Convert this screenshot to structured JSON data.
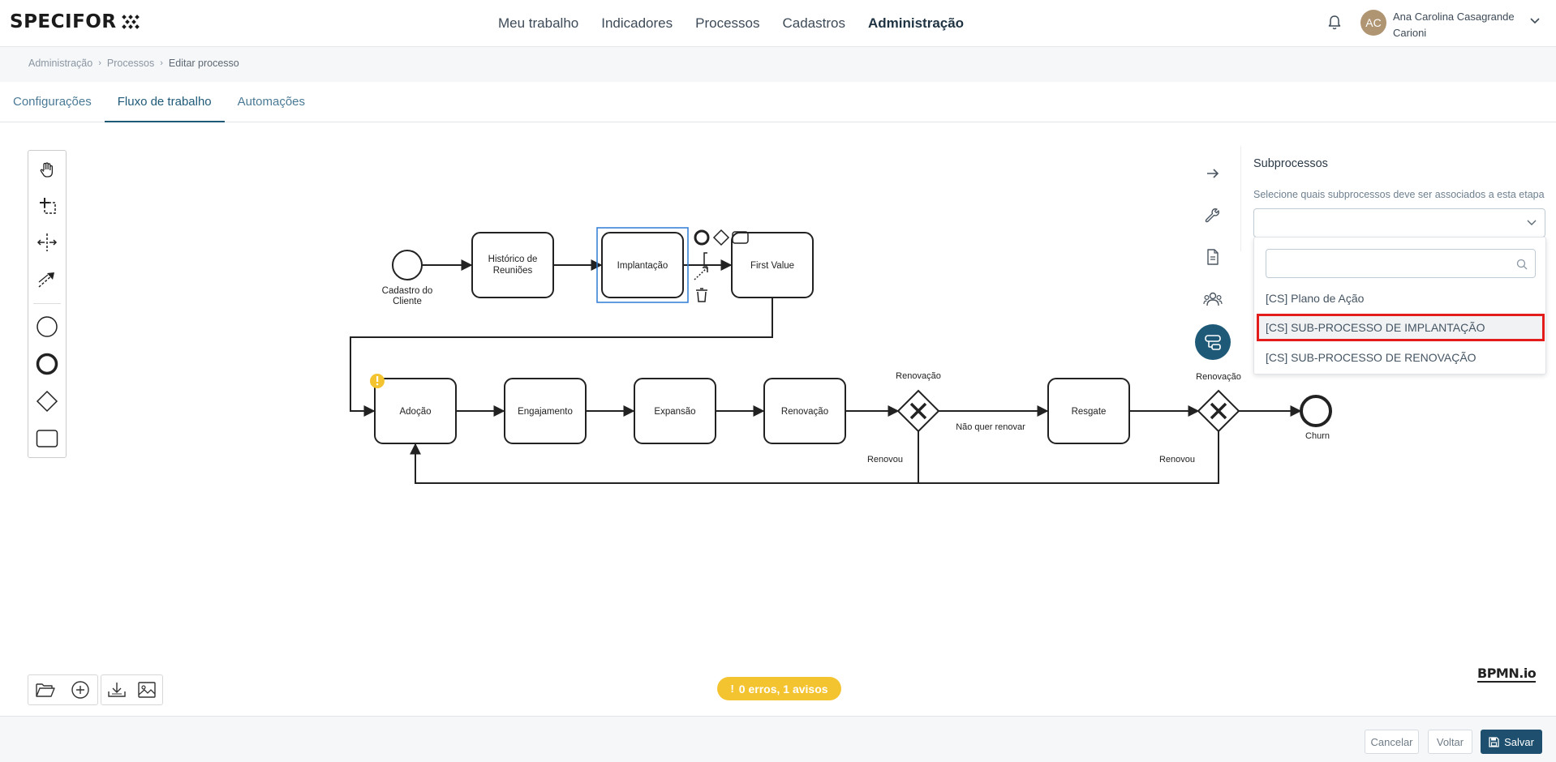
{
  "header": {
    "logo_text": "SPECIFOR",
    "nav": [
      {
        "label": "Meu trabalho"
      },
      {
        "label": "Indicadores"
      },
      {
        "label": "Processos"
      },
      {
        "label": "Cadastros"
      },
      {
        "label": "Administração",
        "active": true
      }
    ],
    "user": {
      "initials": "AC",
      "name": "Ana Carolina Casagrande Carioni"
    }
  },
  "breadcrumb": [
    "Administração",
    "Processos",
    "Editar processo"
  ],
  "tabs": [
    {
      "label": "Configurações"
    },
    {
      "label": "Fluxo de trabalho",
      "active": true
    },
    {
      "label": "Automações"
    }
  ],
  "diagram": {
    "start_label": "Cadastro do Cliente",
    "tasks": {
      "historico": [
        "Histórico de",
        "Reuniões"
      ],
      "implantacao": "Implantação",
      "first_value": "First Value",
      "adocao": "Adoção",
      "engajamento": "Engajamento",
      "expansao": "Expansão",
      "renovacao": "Renovação",
      "resgate": "Resgate"
    },
    "gateway1_label": "Renovação",
    "gateway2_label": "Renovação",
    "flow_nao_renovar": "Não quer renovar",
    "flow_renovou_1": "Renovou",
    "flow_renovou_2": "Renovou",
    "end_label": "Churn"
  },
  "status": {
    "warnings_text": "0 erros, 1 avisos"
  },
  "brand_watermark": "BPMN.io",
  "subprocess_panel": {
    "title": "Subprocessos",
    "hint": "Selecione quais subprocessos deve ser associados a esta etapa",
    "selected_value": "",
    "search_placeholder": "",
    "options": [
      {
        "label": "[CS] Plano de Ação"
      },
      {
        "label": "[CS] SUB-PROCESSO DE IMPLANTAÇÃO",
        "highlighted": true
      },
      {
        "label": "[CS] SUB-PROCESSO DE RENOVAÇÃO"
      }
    ]
  },
  "footer": {
    "cancel": "Cancelar",
    "back": "Voltar",
    "save": "Salvar"
  },
  "colors": {
    "primary": "#1e4f6e",
    "warning": "#f4c430",
    "highlight": "#e31c1c",
    "selection": "#2e7bd6"
  }
}
